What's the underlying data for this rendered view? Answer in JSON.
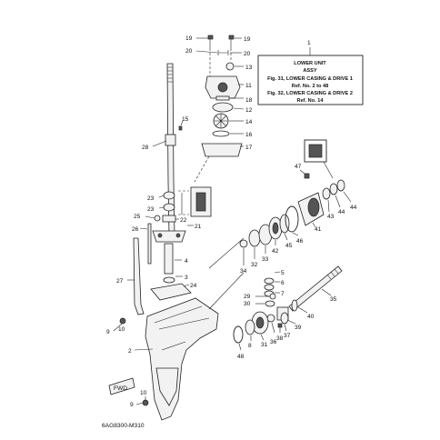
{
  "title_box": {
    "callout": "1",
    "line1": "LOWER UNIT",
    "line2": "ASSY",
    "line3": "Fig. 31, LOWER CASING & DRIVE 1",
    "line4": "Ref. No. 2 to 48",
    "line5": "Fig. 32, LOWER CASING & DRIVE 2",
    "line6": "Ref. No. 14"
  },
  "diagram_code": "6AG8300-M310",
  "direction_tag": "FWD",
  "labels": {
    "n2": "2",
    "n3": "3",
    "n4": "4",
    "n5": "5",
    "n6": "6",
    "n7": "7",
    "n8": "8",
    "n9a": "9",
    "n9b": "9",
    "n10a": "10",
    "n10b": "10",
    "n11": "11",
    "n12": "12",
    "n13": "13",
    "n14": "14",
    "n15": "15",
    "n16": "16",
    "n17": "17",
    "n18": "18",
    "n19a": "19",
    "n19b": "19",
    "n20a": "20",
    "n20b": "20",
    "n21": "21",
    "n22": "22",
    "n23a": "23",
    "n23b": "23",
    "n24": "24",
    "n25": "25",
    "n26": "26",
    "n27": "27",
    "n28": "28",
    "n29": "29",
    "n30": "30",
    "n31": "31",
    "n32": "32",
    "n33": "33",
    "n34": "34",
    "n35": "35",
    "n36": "36",
    "n37": "37",
    "n38": "38",
    "n39": "39",
    "n40": "40",
    "n41": "41",
    "n42": "42",
    "n43": "43",
    "n44a": "44",
    "n44b": "44",
    "n45": "45",
    "n46": "46",
    "n47": "47",
    "n48": "48"
  }
}
